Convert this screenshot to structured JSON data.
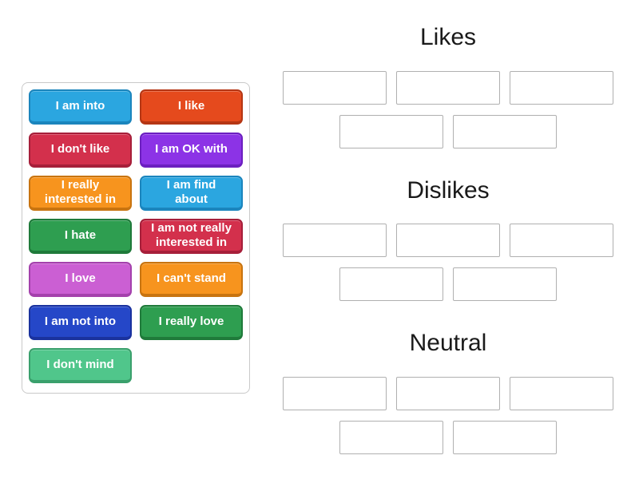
{
  "page": {
    "background": "#ffffff",
    "activity_type": "group-sort"
  },
  "word_bank": {
    "tiles": [
      {
        "label": "I am into",
        "bg": "#2ba6e0",
        "border": "#1b85bd"
      },
      {
        "label": "I like",
        "bg": "#e54a1d",
        "border": "#b53614"
      },
      {
        "label": "I don't like",
        "bg": "#d3304c",
        "border": "#a61f3a"
      },
      {
        "label": "I am OK with",
        "bg": "#8c33e6",
        "border": "#6c1fc0"
      },
      {
        "label": "I really\ninterested in",
        "bg": "#f7941e",
        "border": "#c87410"
      },
      {
        "label": "I am find\nabout",
        "bg": "#2ba6e0",
        "border": "#1b85bd"
      },
      {
        "label": "I hate",
        "bg": "#2e9e50",
        "border": "#1f7a3a"
      },
      {
        "label": "I am not really\ninterested in",
        "bg": "#d3304c",
        "border": "#a61f3a"
      },
      {
        "label": "I love",
        "bg": "#cb5fd3",
        "border": "#a441ac"
      },
      {
        "label": "I can't stand",
        "bg": "#f7941e",
        "border": "#c87410"
      },
      {
        "label": "I am not into",
        "bg": "#2547c8",
        "border": "#1a329e"
      },
      {
        "label": "I really love",
        "bg": "#2e9e50",
        "border": "#1f7a3a"
      },
      {
        "label": "I don't mind",
        "bg": "#50c68b",
        "border": "#3aa06c"
      }
    ]
  },
  "groups": [
    {
      "title": "Likes",
      "slot_count": 5
    },
    {
      "title": "Dislikes",
      "slot_count": 5
    },
    {
      "title": "Neutral",
      "slot_count": 5
    }
  ],
  "colors": {
    "slot_border": "#b0b0b0",
    "panel_border": "#c9c9c9",
    "heading_text": "#1a1a1a",
    "tile_text": "#ffffff"
  }
}
